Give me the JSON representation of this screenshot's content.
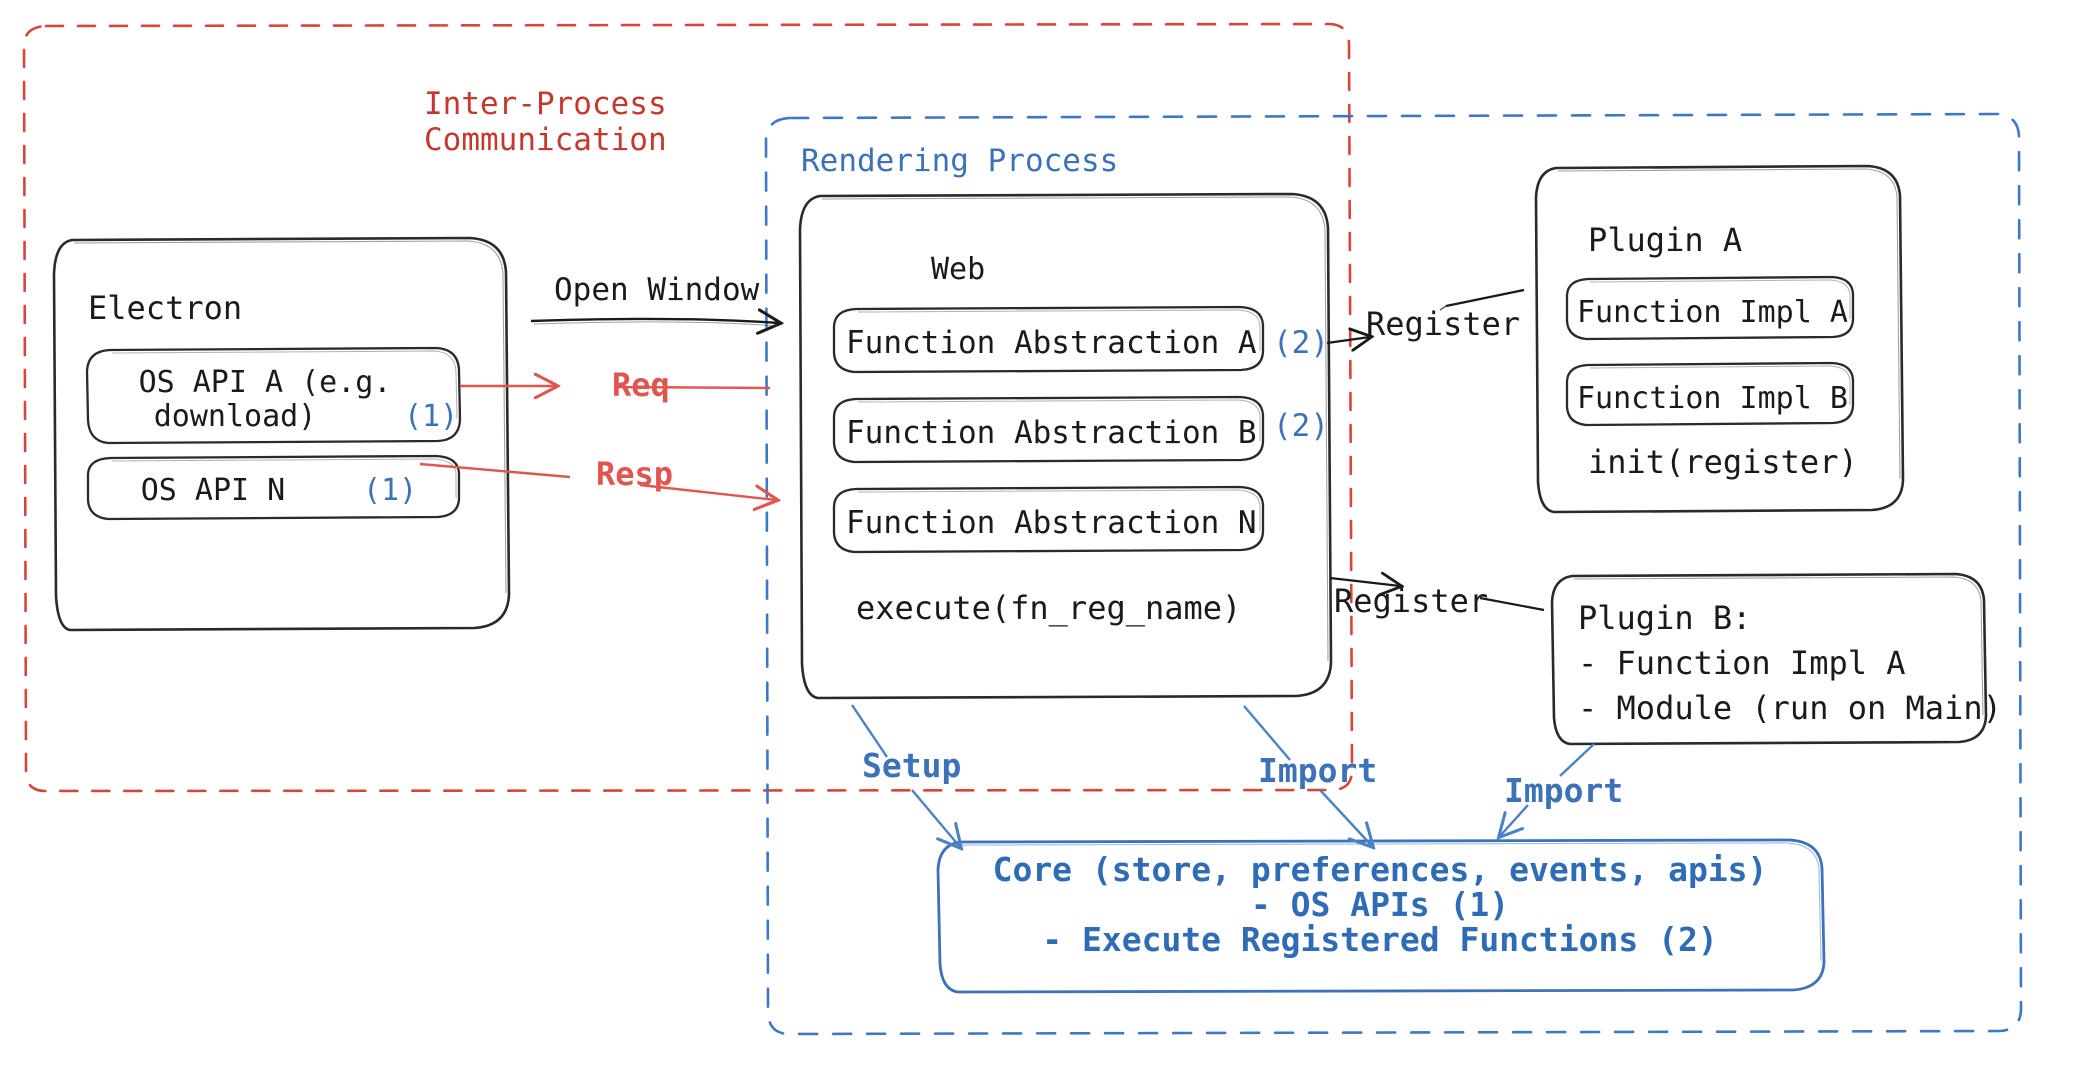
{
  "diagram": {
    "title_hidden": "",
    "regions": [
      {
        "id": "ipc",
        "label": "Inter-Process\nCommunication",
        "color": "#c4382f",
        "style": "dashed"
      },
      {
        "id": "rendering",
        "label": "Rendering Process",
        "color": "#3d72b8",
        "style": "dashed"
      }
    ],
    "ipc": {
      "line1": "Inter-Process",
      "line2": "Communication"
    },
    "rendering": {
      "label": "Rendering Process"
    },
    "electron": {
      "title": "Electron",
      "apis": [
        {
          "line1": "OS API A (e.g.",
          "line2": "download)",
          "badge": "(1)"
        },
        {
          "line1": "OS API N",
          "line2": "",
          "badge": "(1)"
        }
      ]
    },
    "web": {
      "title": "Web",
      "abstractions": [
        {
          "label": "Function Abstraction A",
          "badge": "(2)"
        },
        {
          "label": "Function Abstraction B",
          "badge": "(2)"
        },
        {
          "label": "Function Abstraction N",
          "badge": ""
        }
      ],
      "footer": "execute(fn_reg_name)"
    },
    "plugin_a": {
      "title": "Plugin A",
      "items": [
        {
          "label": "Function Impl A"
        },
        {
          "label": "Function Impl B"
        }
      ],
      "footer": "init(register)"
    },
    "plugin_b": {
      "line1": "Plugin B:",
      "line2": "- Function Impl A",
      "line3": "- Module (run on Main)"
    },
    "core": {
      "line1": "Core (store, preferences, events, apis)",
      "line2": "- OS APIs (1)",
      "line3": "- Execute Registered Functions (2)"
    },
    "edges": [
      {
        "id": "open-window",
        "label": "Open Window",
        "color": "#1a1a1a"
      },
      {
        "id": "req",
        "label": "Req",
        "color": "#e0564e"
      },
      {
        "id": "resp",
        "label": "Resp",
        "color": "#e0564e"
      },
      {
        "id": "register-a",
        "label": "Register",
        "color": "#1a1a1a"
      },
      {
        "id": "register-b",
        "label": "Register",
        "color": "#1a1a1a"
      },
      {
        "id": "setup",
        "label": "Setup",
        "color": "#3d72b8"
      },
      {
        "id": "import-web",
        "label": "Import",
        "color": "#3d72b8"
      },
      {
        "id": "import-plugin-b",
        "label": "Import",
        "color": "#3d72b8"
      }
    ],
    "colors": {
      "red": "#c4382f",
      "red_arrow": "#e0564e",
      "blue": "#3d72b8",
      "blue_core": "#2f6cb5",
      "ink": "#1a1a1a"
    }
  }
}
